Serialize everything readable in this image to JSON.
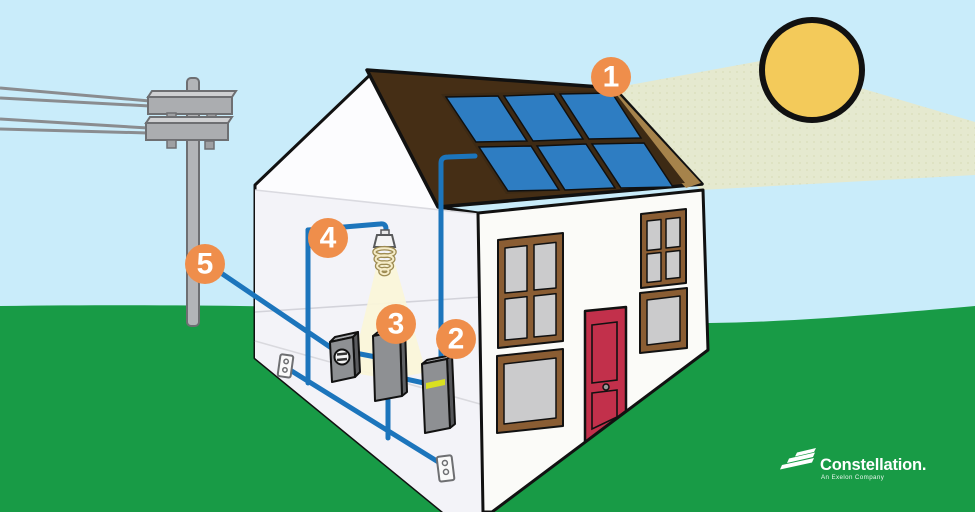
{
  "callouts": [
    {
      "label": "1"
    },
    {
      "label": "2"
    },
    {
      "label": "3"
    },
    {
      "label": "4"
    },
    {
      "label": "5"
    }
  ],
  "branding": {
    "company": "Constellation.",
    "tagline": "An Exelon Company"
  },
  "colors": {
    "sky": "#C9ECFA",
    "grass": "#189B46",
    "sun": "#F3CA5A",
    "sun_outline": "#111111",
    "beam": "#E7E8CB",
    "light_cone": "#FAF5D9",
    "roof": "#452E15",
    "roof_edge_tan": "#A6834B",
    "panel_blue": "#2E7DC2",
    "wall_white": "#FCFCFE",
    "interior_tint": "#F3F3F8",
    "wire_blue": "#1C75BC",
    "callout_orange": "#EF8E4B",
    "door_red": "#C2304B",
    "window_frame_brown": "#8A5D33",
    "window_pane_gray": "#CBCBCC",
    "device_gray": "#8E9093",
    "pole_gray": "#B3B5B8",
    "stripe_yellow": "#D9E021",
    "logo_white": "#FFFFFF"
  }
}
